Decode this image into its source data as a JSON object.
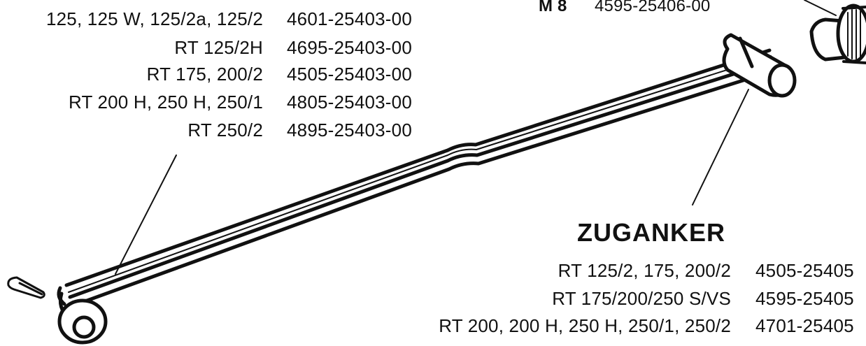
{
  "top_right_label": {
    "size": "M 8",
    "part_no": "4595-25406-00"
  },
  "rod_table": [
    {
      "models": "125, 125 W, 125/2a, 125/2",
      "part_no": "4601-25403-00"
    },
    {
      "models": "RT 125/2H",
      "part_no": "4695-25403-00"
    },
    {
      "models": "RT 175, 200/2",
      "part_no": "4505-25403-00"
    },
    {
      "models": "RT 200 H, 250 H, 250/1",
      "part_no": "4805-25403-00"
    },
    {
      "models": "RT 250/2",
      "part_no": "4895-25403-00"
    }
  ],
  "zuganker": {
    "heading": "ZUGANKER",
    "rows": [
      {
        "models": "RT 125/2, 175, 200/2",
        "part_no": "4505-25405"
      },
      {
        "models": "RT 175/200/250 S/VS",
        "part_no": "4595-25405"
      },
      {
        "models": "RT 200, 200 H, 250 H, 250/1, 250/2",
        "part_no": "4701-25405"
      }
    ]
  },
  "colors": {
    "ink": "#111111",
    "paper": "#ffffff"
  }
}
